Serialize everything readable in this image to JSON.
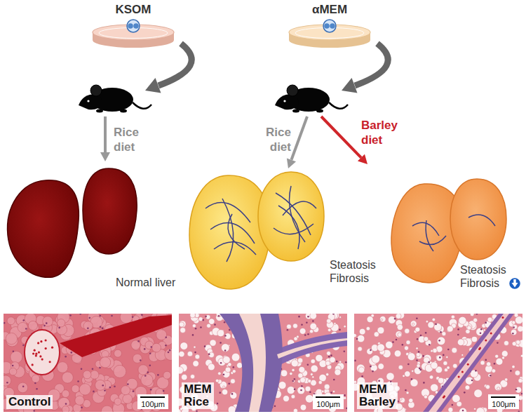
{
  "diagram": {
    "nodes": [
      {
        "text": [
          "KSOM"
        ]
      },
      {
        "text": [
          "αMEM"
        ]
      },
      {
        "text": [
          "Normal liver"
        ]
      },
      {
        "text": [
          "Steatosis Fibrosis"
        ]
      },
      {
        "text": [
          "Steatosis Fibrosis"
        ]
      },
      {
        "text": [
          "Control",
          "100μm"
        ]
      },
      {
        "text": [
          "MEM Rice",
          "100μm"
        ]
      },
      {
        "text": [
          "MEM Barley",
          "100μm"
        ]
      }
    ],
    "labels": [
      "Rice diet",
      "Rice diet",
      "Barley diet"
    ]
  }
}
